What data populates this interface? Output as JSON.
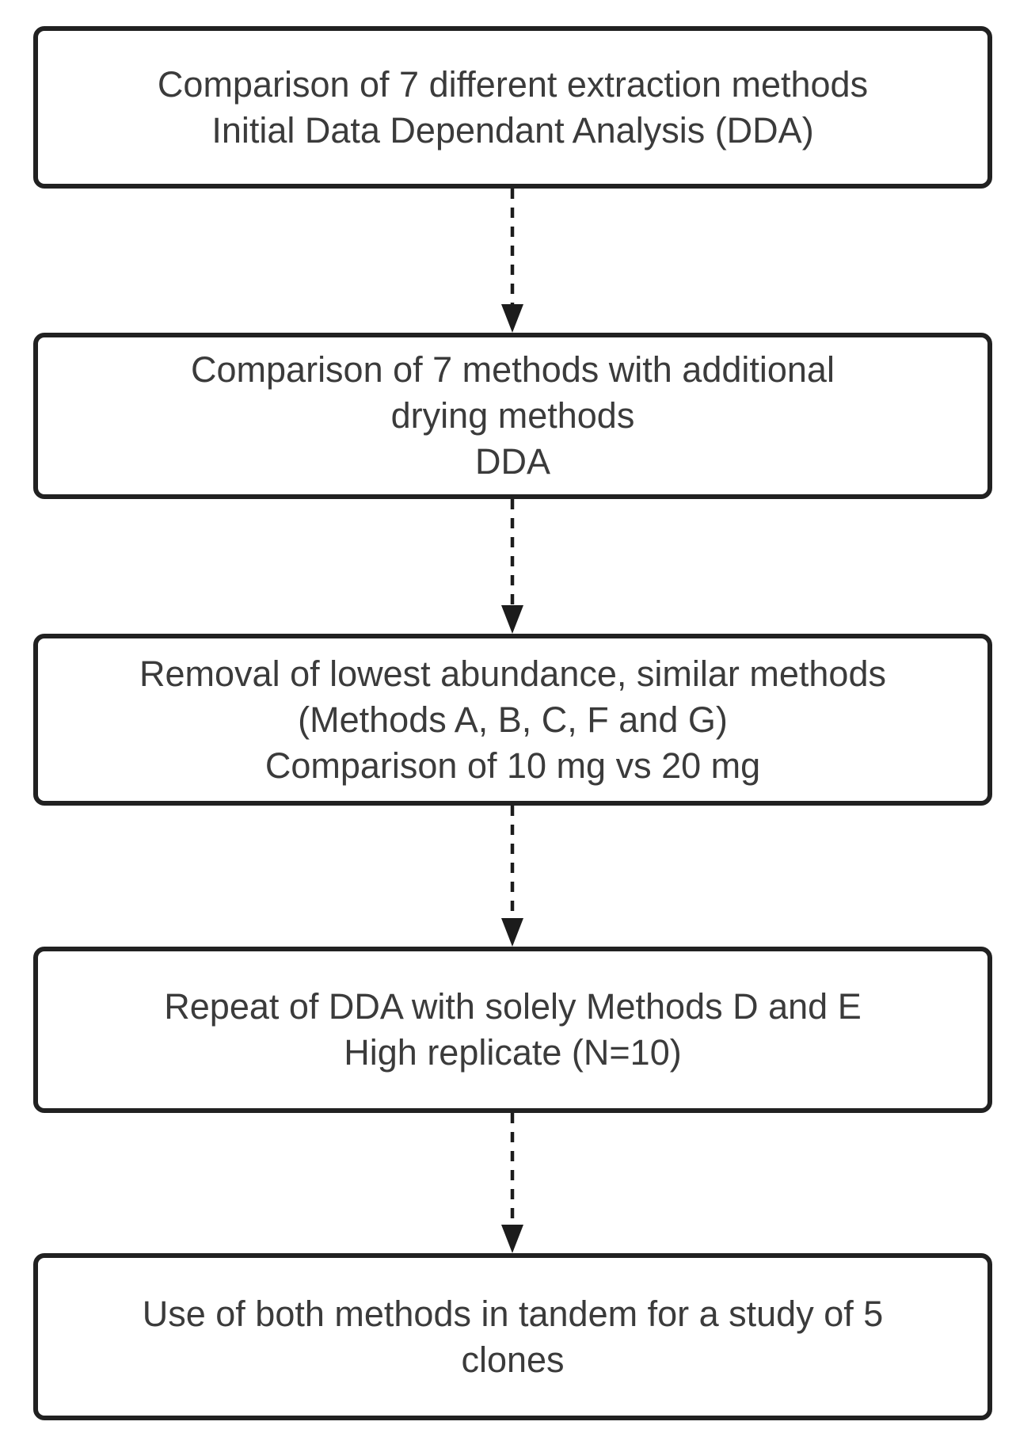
{
  "diagram": {
    "type": "flowchart",
    "direction": "top-down",
    "background_color": "#ffffff",
    "box_border_color": "#212121",
    "text_color": "#3b3b3b",
    "arrow_color": "#1c1c1c",
    "arrow_style": "dashed-with-solid-head",
    "nodes": [
      {
        "id": "step-1",
        "lines": [
          "Comparison of 7 different extraction methods",
          "Initial Data Dependant Analysis (DDA)"
        ]
      },
      {
        "id": "step-2",
        "lines": [
          "Comparison of 7 methods with additional",
          "drying methods",
          "DDA"
        ]
      },
      {
        "id": "step-3",
        "lines": [
          "Removal of lowest abundance, similar methods",
          "(Methods A, B, C, F and G)",
          "Comparison of 10 mg vs 20 mg"
        ]
      },
      {
        "id": "step-4",
        "lines": [
          "Repeat of DDA with solely Methods D and E",
          "High replicate (N=10)"
        ]
      },
      {
        "id": "step-5",
        "lines": [
          "Use of both methods in tandem for a study of 5",
          "clones"
        ]
      }
    ],
    "edges": [
      {
        "from": "step-1",
        "to": "step-2"
      },
      {
        "from": "step-2",
        "to": "step-3"
      },
      {
        "from": "step-3",
        "to": "step-4"
      },
      {
        "from": "step-4",
        "to": "step-5"
      }
    ]
  }
}
